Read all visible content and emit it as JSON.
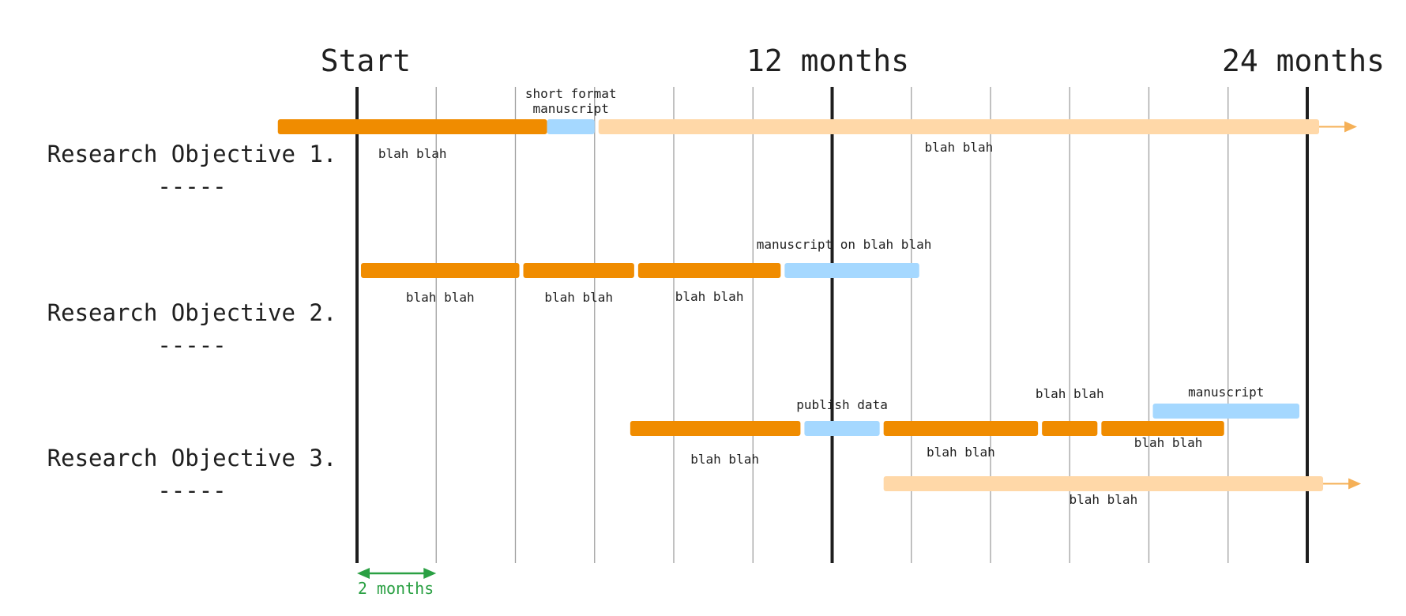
{
  "milestones": [
    {
      "label": "Start",
      "month": 0
    },
    {
      "label": "12 months",
      "month": 12
    },
    {
      "label": "24 months",
      "month": 24
    }
  ],
  "objectives": [
    {
      "title": "Research Objective 1.",
      "subtitle": "-----"
    },
    {
      "title": "Research Objective 2.",
      "subtitle": "-----"
    },
    {
      "title": "Research Objective 3.",
      "subtitle": "-----"
    }
  ],
  "scale": {
    "label": "2 months",
    "months": 2
  },
  "colors": {
    "task": "#f08c00",
    "manuscript": "#a5d8ff",
    "ongoing": "#ffd8a8",
    "arrow": "#f5b057",
    "scale": "#2aa043",
    "major_grid": "#1e1e1e",
    "minor_grid": "#a0a0a0"
  },
  "chart_data": {
    "type": "gantt",
    "x_unit": "months",
    "xlim": [
      -2,
      25
    ],
    "legend": "none",
    "tasks": [
      {
        "objective": 1,
        "kind": "task",
        "start": -2,
        "end": 4.8,
        "label": "blah blah"
      },
      {
        "objective": 1,
        "kind": "manuscript",
        "start": 4.8,
        "end": 6.0,
        "label": "short format manuscript"
      },
      {
        "objective": 1,
        "kind": "ongoing",
        "start": 6.1,
        "end": 24.3,
        "label": "blah blah",
        "continues": true
      },
      {
        "objective": 2,
        "kind": "task",
        "start": 0.1,
        "end": 4.1,
        "label": "blah blah"
      },
      {
        "objective": 2,
        "kind": "task",
        "start": 4.2,
        "end": 7.0,
        "label": "blah blah"
      },
      {
        "objective": 2,
        "kind": "task",
        "start": 7.1,
        "end": 10.7,
        "label": "blah blah"
      },
      {
        "objective": 2,
        "kind": "manuscript",
        "start": 10.8,
        "end": 14.2,
        "label": "manuscript on blah blah"
      },
      {
        "objective": 3,
        "kind": "task",
        "start": 6.9,
        "end": 11.2,
        "label": "blah blah"
      },
      {
        "objective": 3,
        "kind": "manuscript",
        "start": 11.3,
        "end": 13.2,
        "label": "publish data"
      },
      {
        "objective": 3,
        "kind": "task",
        "start": 13.3,
        "end": 17.2,
        "label": "blah blah"
      },
      {
        "objective": 3,
        "kind": "task",
        "start": 17.3,
        "end": 18.7,
        "label": "blah blah"
      },
      {
        "objective": 3,
        "kind": "task",
        "start": 18.8,
        "end": 21.9,
        "label": "blah blah"
      },
      {
        "objective": 3,
        "kind": "manuscript",
        "start": 20.1,
        "end": 23.8,
        "label": "manuscript"
      },
      {
        "objective": 3,
        "kind": "ongoing",
        "start": 13.3,
        "end": 24.4,
        "label": "blah blah",
        "continues": true
      }
    ]
  }
}
